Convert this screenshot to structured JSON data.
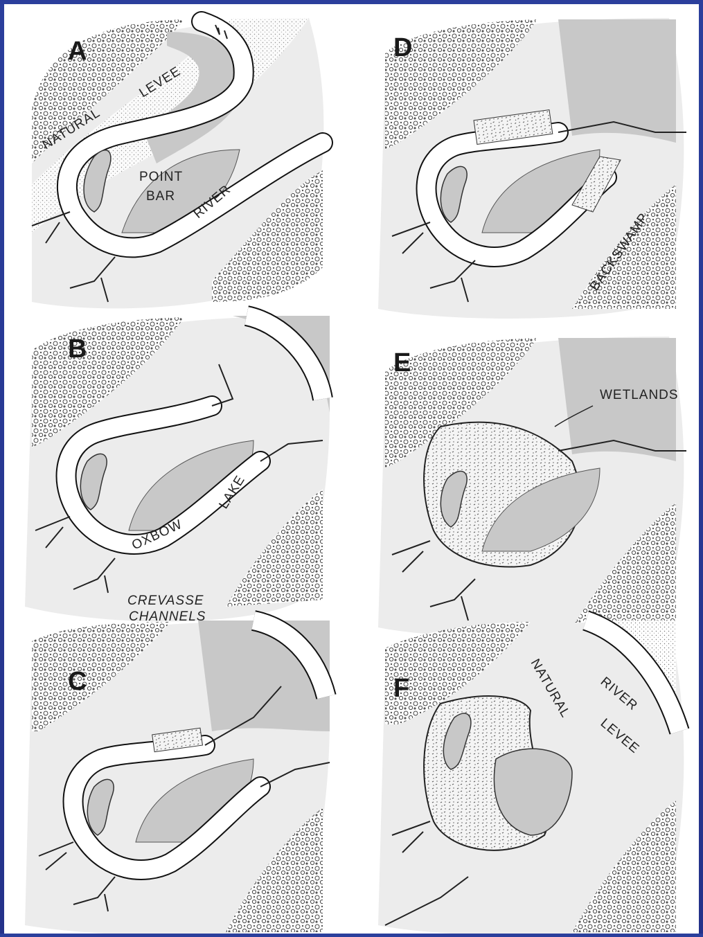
{
  "panels": [
    {
      "letter": "A"
    },
    {
      "letter": "B"
    },
    {
      "letter": "C"
    },
    {
      "letter": "D"
    },
    {
      "letter": "E"
    },
    {
      "letter": "F"
    }
  ],
  "labels": {
    "natural": "NATURAL",
    "levee": "LEVEE",
    "point": "POINT",
    "bar": "BAR",
    "river": "RIVER",
    "oxbow": "OXBOW",
    "lake": "LAKE",
    "crevasse": "CREVASSE",
    "channels": "CHANNELS",
    "backswamp": "BACKSWAMP",
    "wetlands": "WETLANDS"
  }
}
